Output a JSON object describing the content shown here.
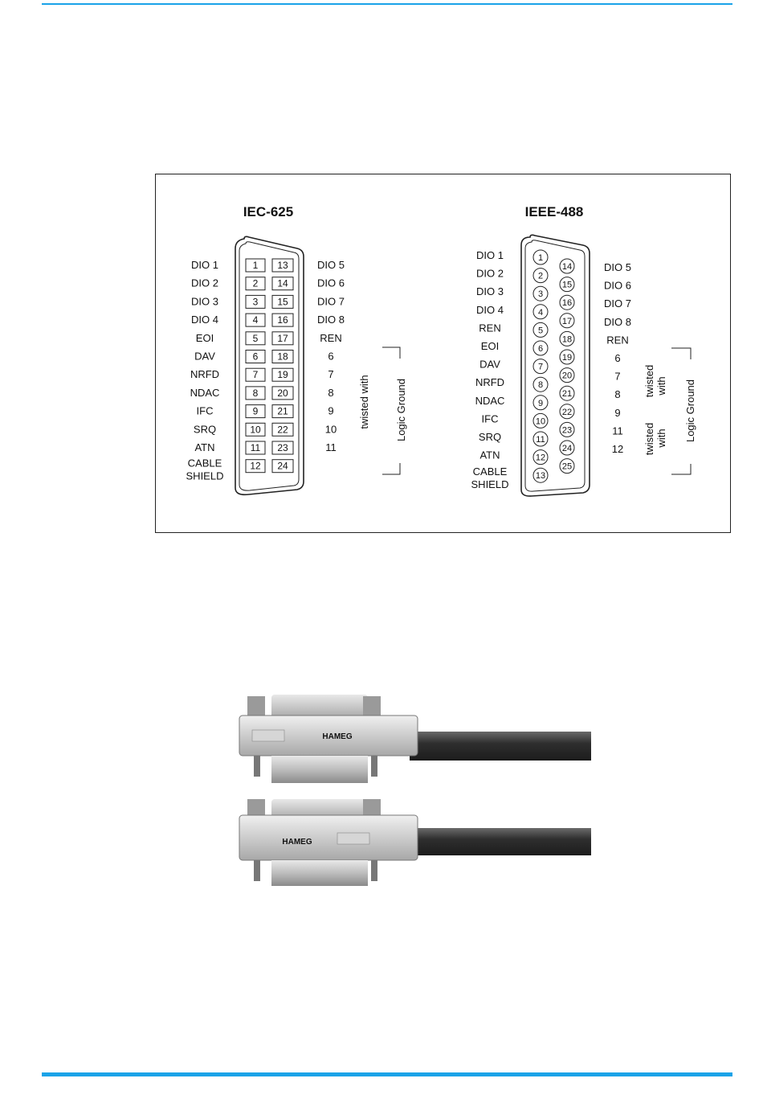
{
  "iec": {
    "title": "IEC-625",
    "left_labels": [
      "DIO 1",
      "DIO 2",
      "DIO 3",
      "DIO 4",
      "EOI",
      "DAV",
      "NRFD",
      "NDAC",
      "IFC",
      "SRQ",
      "ATN",
      "CABLE",
      "SHIELD"
    ],
    "left_pins": [
      "1",
      "2",
      "3",
      "4",
      "5",
      "6",
      "7",
      "8",
      "9",
      "10",
      "11",
      "12"
    ],
    "right_pins": [
      "13",
      "14",
      "15",
      "16",
      "17",
      "18",
      "19",
      "20",
      "21",
      "22",
      "23",
      "24"
    ],
    "right_labels": [
      "DIO 5",
      "DIO 6",
      "DIO 7",
      "DIO 8",
      "REN",
      "6",
      "7",
      "8",
      "9",
      "10",
      "11"
    ],
    "twisted_label": "twisted with",
    "ground_label": "Logic Ground"
  },
  "ieee": {
    "title": "IEEE-488",
    "left_labels": [
      "DIO 1",
      "DIO 2",
      "DIO 3",
      "DIO 4",
      "REN",
      "EOI",
      "DAV",
      "NRFD",
      "NDAC",
      "IFC",
      "SRQ",
      "ATN",
      "CABLE",
      "SHIELD"
    ],
    "left_pins": [
      "1",
      "2",
      "3",
      "4",
      "5",
      "6",
      "7",
      "8",
      "9",
      "10",
      "11",
      "12",
      "13"
    ],
    "right_pins": [
      "14",
      "15",
      "16",
      "17",
      "18",
      "19",
      "20",
      "21",
      "22",
      "23",
      "24",
      "25"
    ],
    "right_labels": [
      "DIO 5",
      "DIO 6",
      "DIO 7",
      "DIO 8",
      "REN",
      "6",
      "7",
      "8",
      "9",
      "11",
      "12"
    ],
    "twisted_label": "twisted",
    "with_label": "with",
    "ground_label": "Logic Ground"
  },
  "photo": {
    "cable1_brand": "HAMEG",
    "cable2_brand": "HAMEG"
  }
}
